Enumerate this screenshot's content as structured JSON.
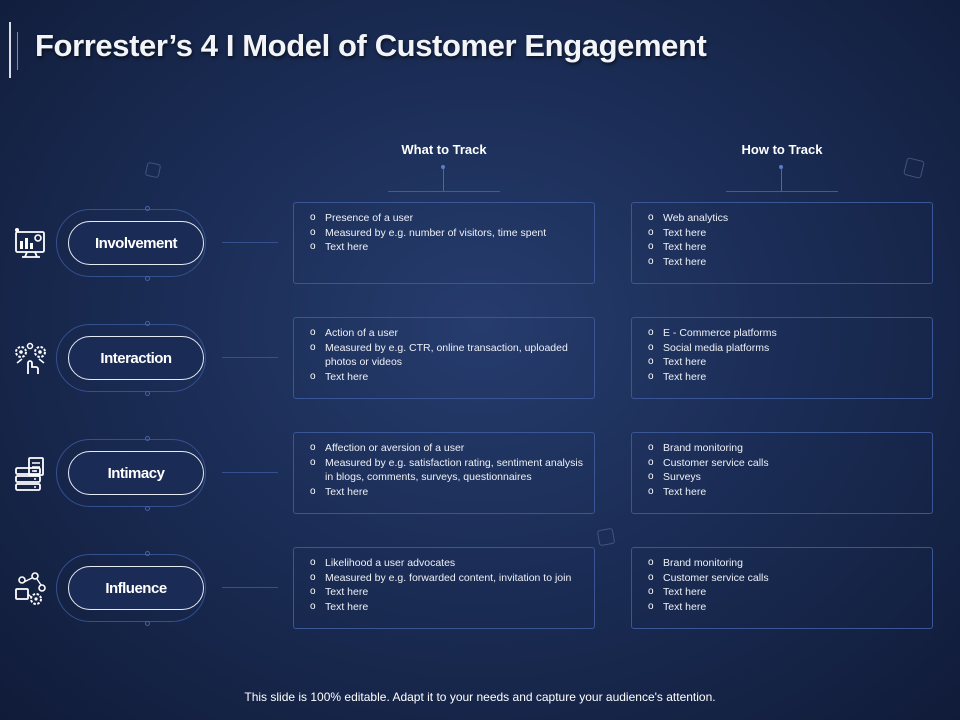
{
  "title": "Forrester’s 4 I Model of Customer Engagement",
  "columns": {
    "what": "What to Track",
    "how": "How to Track"
  },
  "rows": [
    {
      "label": "Involvement",
      "icon": "analytics-monitor-icon",
      "what": [
        "Presence of a user",
        "Measured by e.g. number of visitors, time spent",
        "Text here"
      ],
      "how": [
        "Web analytics",
        "Text here",
        "Text here",
        "Text here"
      ]
    },
    {
      "label": "Interaction",
      "icon": "gears-hand-icon",
      "what": [
        "Action of a user",
        "Measured by e.g. CTR, online transaction, uploaded photos or videos",
        "Text here"
      ],
      "how": [
        "E - Commerce platforms",
        "Social media platforms",
        "Text here",
        "Text here"
      ]
    },
    {
      "label": "Intimacy",
      "icon": "database-document-icon",
      "what": [
        "Affection or aversion of a user",
        "Measured by e.g. satisfaction rating, sentiment analysis in blogs, comments, surveys, questionnaires",
        "Text here"
      ],
      "how": [
        "Brand monitoring",
        "Customer service calls",
        "Surveys",
        "Text here"
      ]
    },
    {
      "label": "Influence",
      "icon": "network-people-icon",
      "what": [
        "Likelihood a user advocates",
        "Measured by e.g. forwarded content, invitation to join",
        "Text here",
        "Text here"
      ],
      "how": [
        "Brand monitoring",
        "Customer service calls",
        "Text here",
        "Text here"
      ]
    }
  ],
  "footer": "This slide is 100% editable. Adapt it to your needs and capture your audience's attention."
}
